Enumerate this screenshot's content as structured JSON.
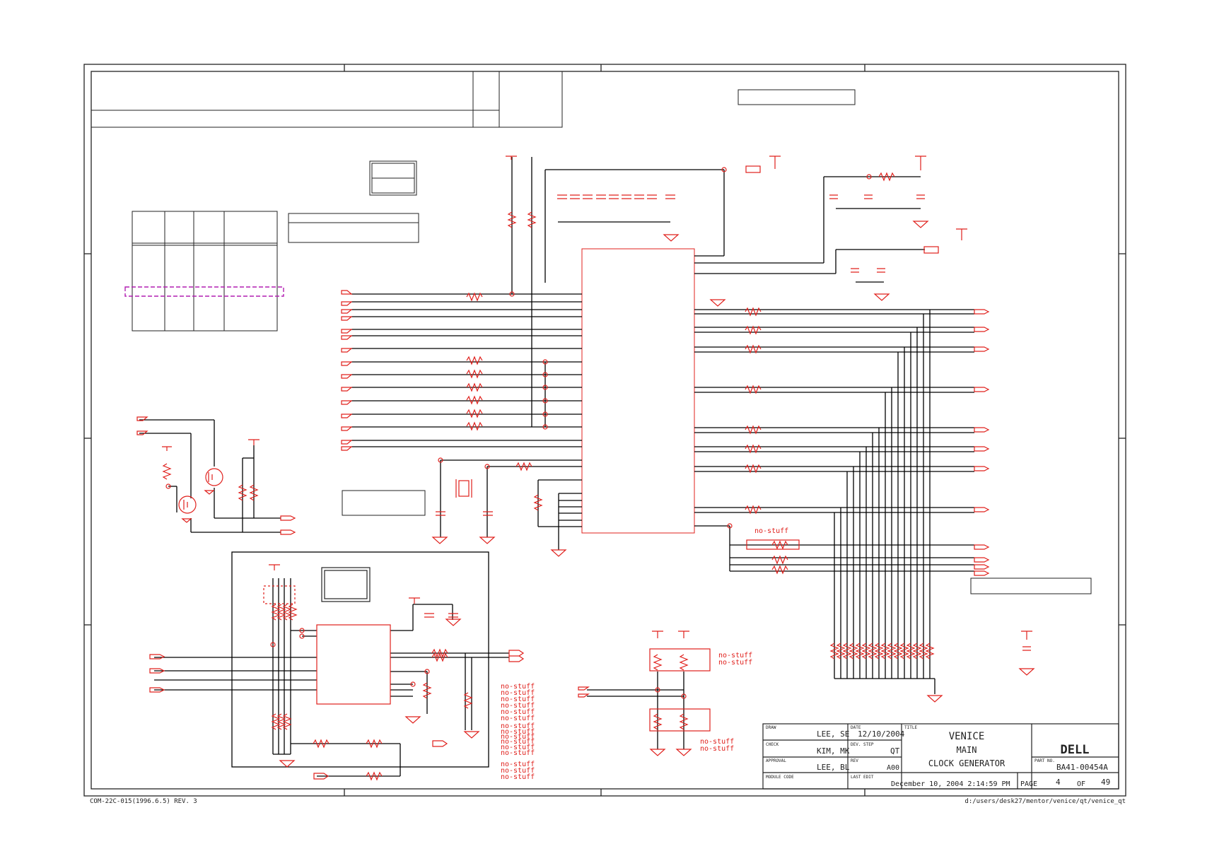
{
  "sheet": {
    "form_code": "COM-22C-015(1996.6.5) REV. 3",
    "file_path": "d:/users/desk27/mentor/venice/qt/venice_qt"
  },
  "notes": {
    "no_stuff": "no-stuff"
  },
  "title_block": {
    "draw_label": "DRAW",
    "draw_value": "LEE, SE",
    "date_label": "DATE",
    "date_value": "12/10/2004",
    "title_label": "TITLE",
    "title_line1": "VENICE",
    "title_line2": "MAIN",
    "title_line3": "CLOCK GENERATOR",
    "check_label": "CHECK",
    "check_value": "KIM, MK",
    "dev_step_label": "DEV. STEP",
    "dev_step_value": "QT",
    "approval_label": "APPROVAL",
    "approval_value": "LEE, BL",
    "rev_label": "REV",
    "rev_value": "A00",
    "part_no_label": "PART NO.",
    "part_no_value": "BA41-00454A",
    "module_code_label": "MODULE CODE",
    "last_edit_label": "LAST EDIT",
    "last_edit_value": "December 10, 2004   2:14:59 PM",
    "page_label": "PAGE",
    "page_value": "4",
    "of_label": "OF",
    "total_pages": "49",
    "logo_text": "DELL"
  },
  "colors": {
    "component": "#e0201c",
    "wire": "#000000",
    "highlight_box": "#b21fb2"
  }
}
